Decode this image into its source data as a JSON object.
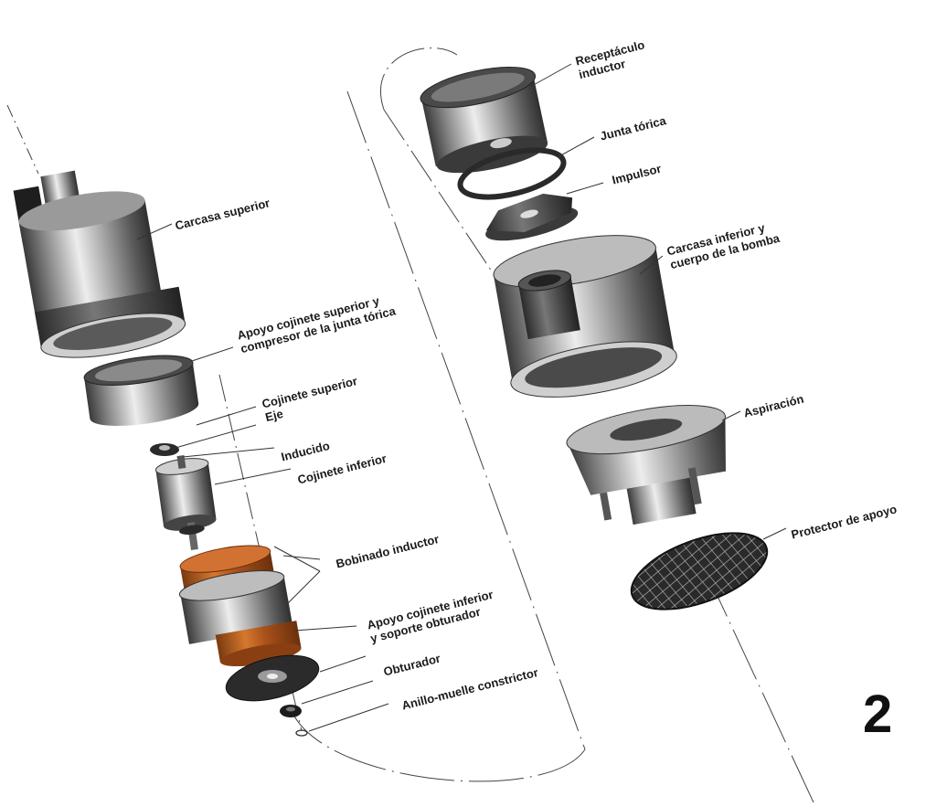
{
  "figure_number": "2",
  "colors": {
    "metal_dark": "#3c3c3c",
    "metal_light": "#e6e6e6",
    "copper": "#c0601c",
    "leader": "#333333",
    "text": "#1a1a1a"
  },
  "labels": {
    "carcasa_superior": "Carcasa superior",
    "apoyo_cojinete_superior_1": "Apoyo cojinete superior y",
    "apoyo_cojinete_superior_2": "compresor de la junta tórica",
    "cojinete_superior": "Cojinete superior",
    "eje": "Eje",
    "inducido": "Inducido",
    "cojinete_inferior": "Cojinete inferior",
    "bobinado_inductor": "Bobinado inductor",
    "apoyo_cojinete_inferior_1": "Apoyo cojinete inferior",
    "apoyo_cojinete_inferior_2": "y soporte obturador",
    "obturador": "Obturador",
    "anillo_muelle": "Anillo-muelle constrictor",
    "receptaculo_1": "Receptáculo",
    "receptaculo_2": "inductor",
    "junta_torica": "Junta tórica",
    "impulsor": "Impulsor",
    "carcasa_inferior_1": "Carcasa inferior y",
    "carcasa_inferior_2": "cuerpo de la bomba",
    "aspiracion": "Aspiración",
    "protector_apoyo": "Protector de apoyo"
  }
}
